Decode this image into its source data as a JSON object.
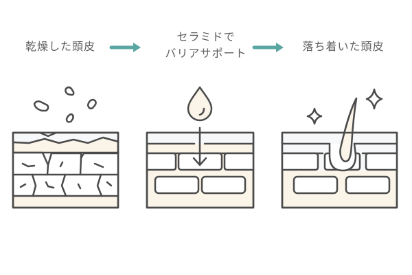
{
  "steps": [
    {
      "label": "乾燥した頭皮",
      "icon": "dry-scalp-skin-layers"
    },
    {
      "label_line1": "セラミドで",
      "label_line2": "バリアサポート",
      "icon": "ceramide-droplet-skin-layers"
    },
    {
      "label": "落ち着いた頭皮",
      "icon": "calm-scalp-hair-sparkles"
    }
  ],
  "colors": {
    "arrow": "#5aa6a2",
    "stroke": "#4a4a4a",
    "cream": "#fbf4e8",
    "top_layer": "#f6f8f9",
    "text": "#5f5f5f"
  }
}
